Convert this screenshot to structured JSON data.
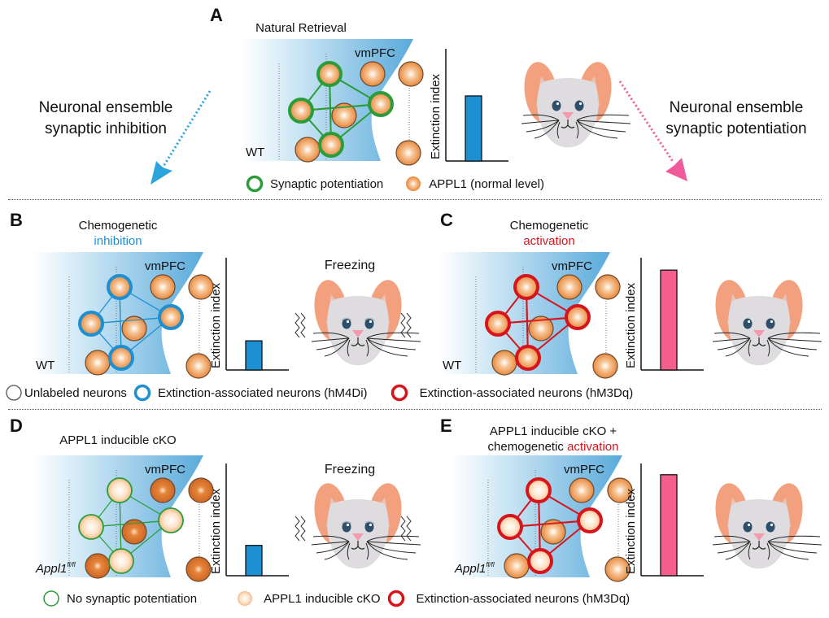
{
  "colors": {
    "green": "#2a9d3a",
    "blue": "#1e8fd0",
    "red": "#d7141c",
    "pink_bar": "#f45f8e",
    "blue_bar": "#1d8fd3",
    "pink_arrow": "#ef5b9a",
    "blue_arrow": "#2ba3dc",
    "region_blue": "#6fb6e0",
    "neuron_orange": "#e98a3d",
    "neuron_dark": "#d9722a"
  },
  "top_side_labels": {
    "left": [
      "Neuronal ensemble",
      "synaptic inhibition"
    ],
    "right": [
      "Neuronal ensemble",
      "synaptic potentiation"
    ]
  },
  "panels": {
    "A": {
      "letter": "A",
      "title": "Natural Retrieval",
      "region": "vmPFC",
      "genotype": "WT",
      "ylabel": "Extinction index",
      "legend": [
        {
          "icon": "green-ring-icon",
          "text": "Synaptic potentiation"
        },
        {
          "icon": "orange-neuron-icon",
          "text": "APPL1 (normal level)"
        }
      ]
    },
    "B": {
      "letter": "B",
      "title_line1": "Chemogenetic",
      "title_line2": "inhibition",
      "region": "vmPFC",
      "genotype": "WT",
      "ylabel": "Extinction index",
      "behavior": "Freezing"
    },
    "C": {
      "letter": "C",
      "title_line1": "Chemogenetic",
      "title_line2": "activation",
      "region": "vmPFC",
      "genotype": "WT",
      "ylabel": "Extinction index"
    },
    "BC_legend": [
      {
        "icon": "gray-ring-icon",
        "text": "Unlabeled neurons"
      },
      {
        "icon": "blue-ring-icon",
        "text": "Extinction-associated neurons (hM4Di)"
      },
      {
        "icon": "red-ring-icon",
        "text": "Extinction-associated neurons (hM3Dq)"
      }
    ],
    "D": {
      "letter": "D",
      "title": "APPL1 inducible cKO",
      "region": "vmPFC",
      "genotype": "Appl1",
      "genotype_sup": "fl/fl",
      "ylabel": "Extinction index",
      "behavior": "Freezing"
    },
    "E": {
      "letter": "E",
      "title_line1": "APPL1 inducible cKO +",
      "title_line2_a": "chemogenetic ",
      "title_line2_b": "activation",
      "region": "vmPFC",
      "genotype": "Appl1",
      "genotype_sup": "fl/fl",
      "ylabel": "Extinction index"
    },
    "DE_legend": [
      {
        "icon": "thin-green-ring-icon",
        "text": "No synaptic potentiation"
      },
      {
        "icon": "pale-neuron-icon",
        "text": "APPL1 inducible cKO"
      },
      {
        "icon": "red-ring-icon",
        "text": "Extinction-associated neurons (hM3Dq)"
      }
    ]
  },
  "chart_data": [
    {
      "type": "bar",
      "panel": "A",
      "ylabel": "Extinction index",
      "categories": [
        ""
      ],
      "values": [
        0.58
      ],
      "ylim": [
        0,
        1
      ],
      "color": "#1d8fd3"
    },
    {
      "type": "bar",
      "panel": "B",
      "ylabel": "Extinction index",
      "categories": [
        ""
      ],
      "values": [
        0.26
      ],
      "ylim": [
        0,
        1
      ],
      "color": "#1d8fd3"
    },
    {
      "type": "bar",
      "panel": "C",
      "ylabel": "Extinction index",
      "categories": [
        ""
      ],
      "values": [
        0.89
      ],
      "ylim": [
        0,
        1
      ],
      "color": "#f45f8e"
    },
    {
      "type": "bar",
      "panel": "D",
      "ylabel": "Extinction index",
      "categories": [
        ""
      ],
      "values": [
        0.27
      ],
      "ylim": [
        0,
        1
      ],
      "color": "#1d8fd3"
    },
    {
      "type": "bar",
      "panel": "E",
      "ylabel": "Extinction index",
      "categories": [
        ""
      ],
      "values": [
        0.9
      ],
      "ylim": [
        0,
        1
      ],
      "color": "#f45f8e"
    }
  ]
}
